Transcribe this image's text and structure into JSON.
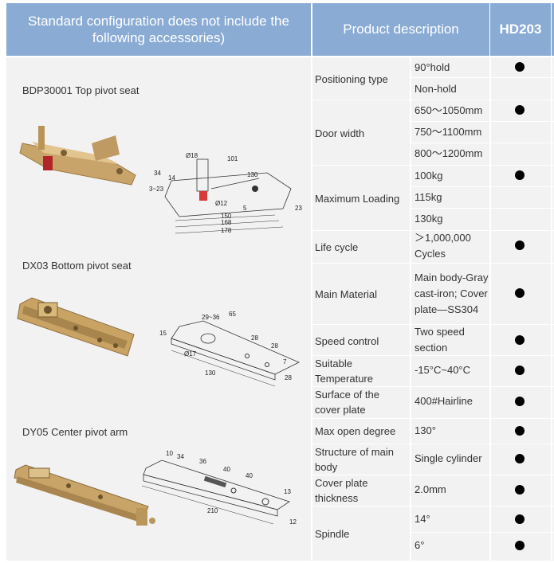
{
  "left_header": "Standard configuration does not include the following accessories)",
  "accessories": [
    {
      "name": "BDP30001  Top pivot seat"
    },
    {
      "name": "DX03 Bottom pivot seat"
    },
    {
      "name": "DY05 Center pivot arm"
    }
  ],
  "drawing_labels": {
    "top": [
      "Ø18",
      "101",
      "130",
      "34",
      "3~23",
      "14",
      "Ø12",
      "5",
      "150",
      "168",
      "178",
      "23"
    ],
    "bottom": [
      "65",
      "29~36",
      "28",
      "28",
      "15",
      "Ø17",
      "130",
      "7",
      "28"
    ],
    "center": [
      "10",
      "34",
      "36",
      "40",
      "40",
      "210",
      "13",
      "12"
    ]
  },
  "table": {
    "header_description": "Product description",
    "header_model": "HD203",
    "rows": [
      {
        "category": "Positioning type",
        "options": [
          {
            "text": "90°hold",
            "dot": true
          },
          {
            "text": "Non-hold",
            "dot": false
          }
        ]
      },
      {
        "category": "Door width",
        "options": [
          {
            "text": "650～1050mm",
            "dot": true
          },
          {
            "text": "750～1100mm",
            "dot": false
          },
          {
            "text": "800～1200mm",
            "dot": false
          }
        ]
      },
      {
        "category": "Maximum Loading",
        "options": [
          {
            "text": "100kg",
            "dot": true
          },
          {
            "text": "115kg",
            "dot": false
          },
          {
            "text": "130kg",
            "dot": false
          }
        ]
      },
      {
        "category": "Life cycle",
        "options": [
          {
            "text": "＞1,000,000 Cycles",
            "dot": true
          }
        ]
      },
      {
        "category": "Main Material",
        "options": [
          {
            "text": "Main body-Gray cast-iron; Cover plate—SS304",
            "dot": true
          }
        ]
      },
      {
        "category": "Speed control",
        "options": [
          {
            "text": "Two speed section",
            "dot": true
          }
        ]
      },
      {
        "category": "Suitable Temperature",
        "options": [
          {
            "text": "-15°C~40°C",
            "dot": true
          }
        ]
      },
      {
        "category": "Surface of the cover plate",
        "options": [
          {
            "text": "400#Hairline",
            "dot": true
          }
        ]
      },
      {
        "category": "Max open degree",
        "options": [
          {
            "text": "130°",
            "dot": true
          }
        ]
      },
      {
        "category": "Structure of main body",
        "options": [
          {
            "text": "Single cylinder",
            "dot": true
          }
        ]
      },
      {
        "category": "Cover plate thickness",
        "options": [
          {
            "text": "2.0mm",
            "dot": true
          }
        ]
      },
      {
        "category": "Spindle",
        "options": [
          {
            "text": "14°",
            "dot": true
          },
          {
            "text": "6°",
            "dot": true
          }
        ]
      }
    ]
  }
}
